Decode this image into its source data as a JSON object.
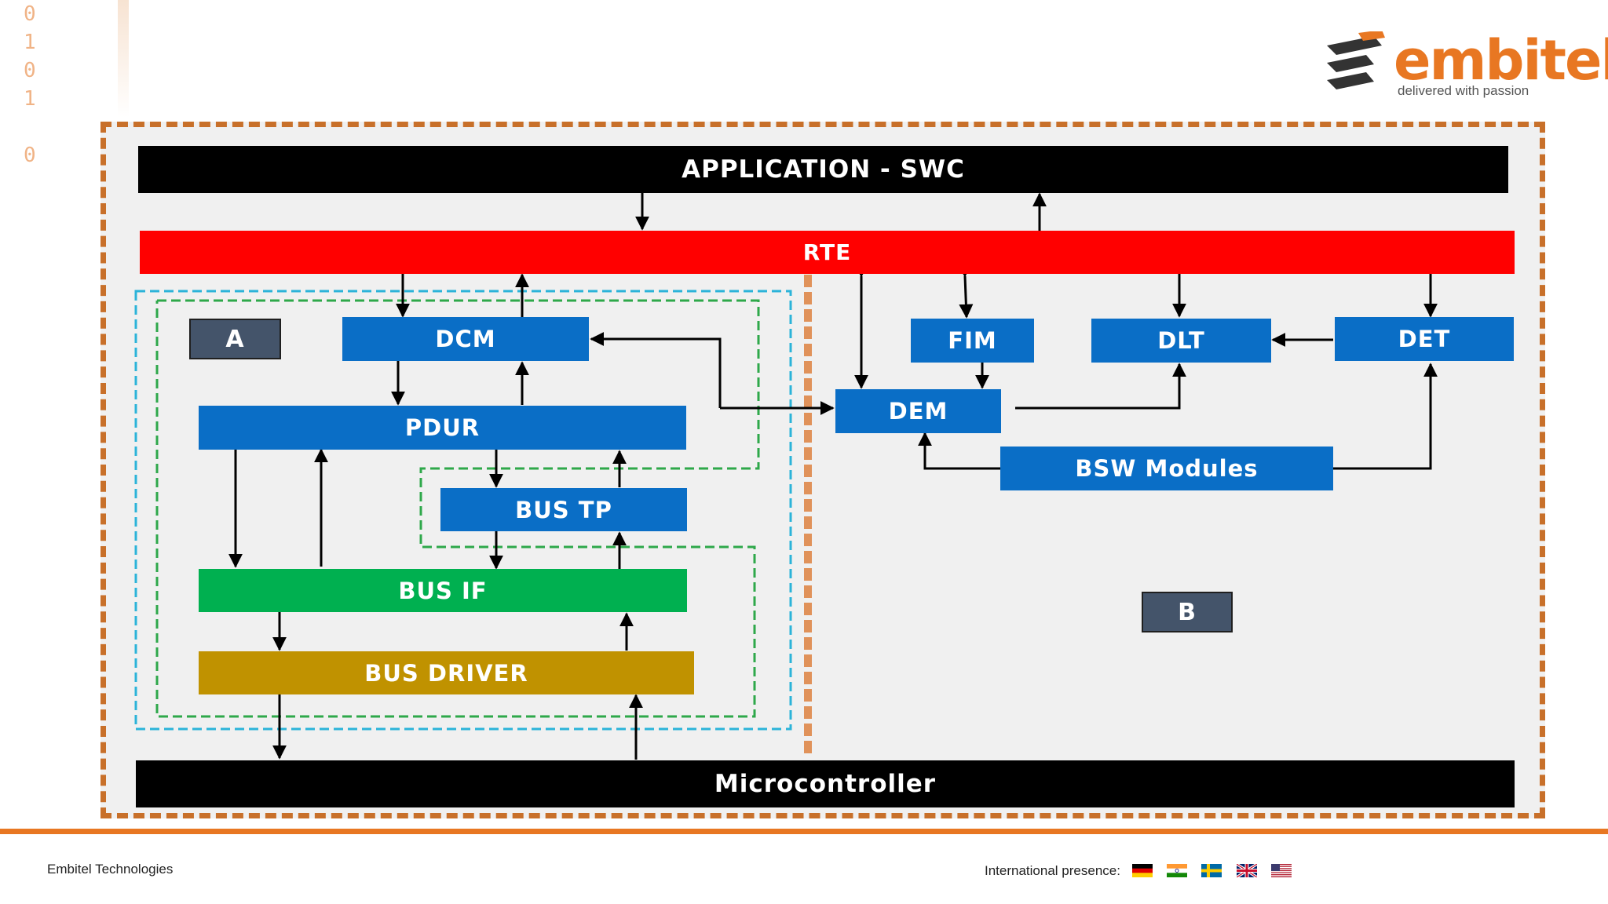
{
  "decor": {
    "binary_digits": [
      "0",
      "1",
      "0",
      "1",
      "",
      "0"
    ]
  },
  "logo": {
    "wordmark": "embitel",
    "tagline": "delivered with passion",
    "brand_color": "#e87722"
  },
  "diagram": {
    "application": "APPLICATION - SWC",
    "rte": "RTE",
    "dcm": "DCM",
    "pdur": "PDUR",
    "bus_tp": "BUS TP",
    "bus_if": "BUS IF",
    "bus_driver": "BUS DRIVER",
    "microcontroller": "Microcontroller",
    "fim": "FIM",
    "dlt": "DLT",
    "det": "DET",
    "dem": "DEM",
    "bsw_modules": "BSW Modules",
    "label_a": "A",
    "label_b": "B",
    "colors": {
      "frame": "#c8702a",
      "blue": "#0a6ec6",
      "red": "#ff0000",
      "green": "#00b050",
      "gold": "#c09200",
      "label": "#44546a",
      "cyan_group": "#2bb3d9",
      "green_group": "#2ea84a"
    }
  },
  "footer": {
    "company": "Embitel Technologies",
    "presence_label": "International presence:",
    "flags": [
      "germany-flag",
      "india-flag",
      "sweden-flag",
      "uk-flag",
      "usa-flag"
    ]
  }
}
